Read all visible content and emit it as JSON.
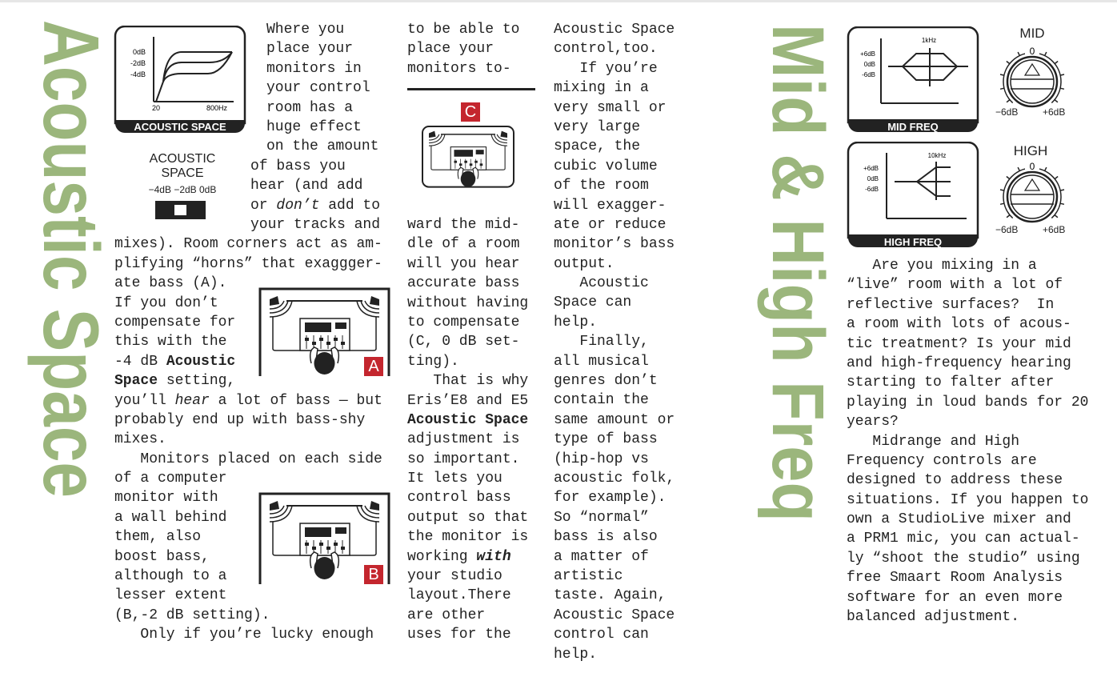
{
  "headings": {
    "left": "Acoustic Space",
    "right": "Mid & High Freq"
  },
  "colors": {
    "heading": "#9bb67c",
    "badge": "#c4262e",
    "ink": "#222222"
  },
  "acoustic_graph": {
    "y_labels": [
      "0dB",
      "-2dB",
      "-4dB"
    ],
    "x_labels": [
      "20",
      "800Hz"
    ],
    "caption": "ACOUSTIC SPACE"
  },
  "acoustic_switch": {
    "title_1": "ACOUSTIC",
    "title_2": "SPACE",
    "values": "−4dB −2dB 0dB",
    "selected": "-2dB"
  },
  "mid_graph": {
    "freq": "1kHz",
    "y_labels": [
      "+6dB",
      "0dB",
      "-6dB"
    ],
    "caption": "MID FREQ"
  },
  "high_graph": {
    "freq": "10kHz",
    "y_labels": [
      "+6dB",
      "0dB",
      "-6dB"
    ],
    "caption": "HIGH FREQ"
  },
  "mid_knob": {
    "title": "MID",
    "center": "0",
    "min": "−6dB",
    "max": "+6dB"
  },
  "high_knob": {
    "title": "HIGH",
    "center": "0",
    "min": "−6dB",
    "max": "+6dB"
  },
  "figures": {
    "a": "A",
    "b": "B",
    "c": "C"
  },
  "col1a": [
    "Where you",
    "place your",
    "monitors in",
    "your control",
    "room has a",
    "huge effect",
    "on the amount"
  ],
  "col1b": [
    "of bass you",
    "hear (and add",
    [
      {
        "t": "or "
      },
      {
        "t": "don’t",
        "s": "i"
      },
      {
        "t": " add to"
      }
    ],
    "your tracks and"
  ],
  "col1c": [
    "mixes). Room corners act as am-",
    "plifying “horns” that exaggger-",
    "ate bass (A).",
    "If you don’t",
    "compensate for",
    "this with the",
    [
      {
        "t": "-4 dB "
      },
      {
        "t": "Acoustic",
        "s": "b"
      }
    ],
    [
      {
        "t": "Space",
        "s": "b"
      },
      {
        "t": " setting,"
      }
    ],
    [
      {
        "t": "you’ll "
      },
      {
        "t": "hear",
        "s": "i"
      },
      {
        "t": " a lot of bass — but"
      }
    ],
    "probably end up with bass-shy",
    "mixes.",
    "   Monitors placed on each side",
    "of a computer",
    "monitor with",
    "a wall behind",
    "them, also",
    "boost bass,",
    "although to a",
    "lesser extent",
    "(B,-2 dB setting).",
    "   Only if you’re lucky enough"
  ],
  "col2a": [
    "to be able to",
    "place your",
    "monitors to-"
  ],
  "col2b": [
    "ward the mid-",
    "dle of a room",
    "will you hear",
    "accurate bass",
    "without having",
    "to compensate",
    "(C, 0 dB set-",
    "ting).",
    "   That is why",
    "Eris’E8 and E5",
    [
      {
        "t": "Acoustic Space",
        "s": "b"
      }
    ],
    "adjustment is",
    "so important.",
    "It lets you",
    "control bass",
    "output so that",
    "the monitor is",
    [
      {
        "t": "working "
      },
      {
        "t": "with",
        "s": "bi"
      }
    ],
    "your studio",
    "layout.There",
    "are other",
    "uses for the"
  ],
  "col3": [
    "Acoustic Space",
    "control,too.",
    "   If you’re",
    "mixing in a",
    "very small or",
    "very large",
    "space, the",
    "cubic volume",
    "of the room",
    "will exagger-",
    "ate or reduce",
    "monitor’s bass",
    "output.",
    "   Acoustic",
    "Space can",
    "help.",
    "   Finally,",
    "all musical",
    "genres don’t",
    "contain the",
    "same amount or",
    "type of bass",
    "(hip-hop vs",
    "acoustic folk,",
    "for example).",
    "So “normal”",
    "bass is also",
    "a matter of",
    "artistic",
    "taste. Again,",
    "Acoustic Space",
    "control can",
    "help."
  ],
  "col4": [
    "   Are you mixing in a",
    "“live” room with a lot of",
    "reflective surfaces?  In",
    "a room with lots of acous-",
    "tic treatment? Is your mid",
    "and high-frequency hearing",
    "starting to falter after",
    "playing in loud bands for 20",
    "years?",
    "   Midrange and High",
    "Frequency controls are",
    "designed to address these",
    "situations. If you happen to",
    "own a StudioLive mixer and",
    "a PRM1 mic, you can actual-",
    "ly “shoot the studio” using",
    "free Smaart Room Analysis",
    "software for an even more",
    "balanced adjustment."
  ]
}
